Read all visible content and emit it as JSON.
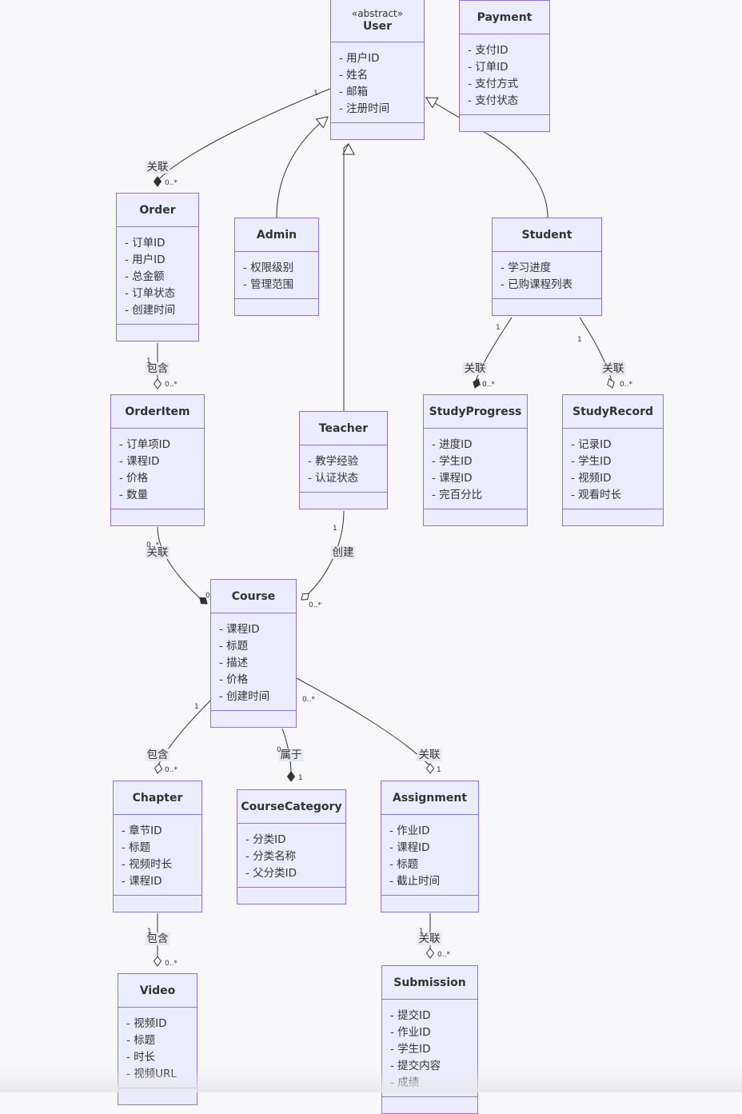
{
  "classes": {
    "user": {
      "stereotype": "«abstract»",
      "name": "User",
      "attrs": [
        "- 用户ID",
        "- 姓名",
        "- 邮箱",
        "- 注册时间"
      ]
    },
    "payment": {
      "name": "Payment",
      "attrs": [
        "- 支付ID",
        "- 订单ID",
        "- 支付方式",
        "- 支付状态"
      ]
    },
    "order": {
      "name": "Order",
      "attrs": [
        "- 订单ID",
        "- 用户ID",
        "- 总金额",
        "- 订单状态",
        "- 创建时间"
      ]
    },
    "admin": {
      "name": "Admin",
      "attrs": [
        "- 权限级别",
        "- 管理范围"
      ]
    },
    "student": {
      "name": "Student",
      "attrs": [
        "- 学习进度",
        "- 已购课程列表"
      ]
    },
    "orderitem": {
      "name": "OrderItem",
      "attrs": [
        "- 订单项ID",
        "- 课程ID",
        "- 价格",
        "- 数量"
      ]
    },
    "teacher": {
      "name": "Teacher",
      "attrs": [
        "- 教学经验",
        "- 认证状态"
      ]
    },
    "studyprogress": {
      "name": "StudyProgress",
      "attrs": [
        "- 进度ID",
        "- 学生ID",
        "- 课程ID",
        "- 完百分比"
      ]
    },
    "studyrecord": {
      "name": "StudyRecord",
      "attrs": [
        "- 记录ID",
        "- 学生ID",
        "- 视频ID",
        "- 观看时长"
      ]
    },
    "course": {
      "name": "Course",
      "attrs": [
        "- 课程ID",
        "- 标题",
        "- 描述",
        "- 价格",
        "- 创建时间"
      ]
    },
    "chapter": {
      "name": "Chapter",
      "attrs": [
        "- 章节ID",
        "- 标题",
        "- 视频时长",
        "- 课程ID"
      ]
    },
    "coursecategory": {
      "name": "CourseCategory",
      "attrs": [
        "- 分类ID",
        "- 分类名称",
        "- 父分类ID"
      ]
    },
    "assignment": {
      "name": "Assignment",
      "attrs": [
        "- 作业ID",
        "- 课程ID",
        "- 标题",
        "- 截止时间"
      ]
    },
    "video": {
      "name": "Video",
      "attrs": [
        "- 视频ID",
        "- 标题",
        "- 时长",
        "- 视频URL"
      ]
    },
    "submission": {
      "name": "Submission",
      "attrs": [
        "- 提交ID",
        "- 作业ID",
        "- 学生ID",
        "- 提交内容",
        "- 成绩"
      ]
    }
  },
  "relations": [
    {
      "from": "user",
      "to": "order",
      "label": "关联",
      "from_card": "1",
      "to_card": "0..*",
      "marker": "composition"
    },
    {
      "from": "admin",
      "to": "user",
      "label": "",
      "marker": "inheritance"
    },
    {
      "from": "teacher",
      "to": "user",
      "label": "",
      "marker": "inheritance"
    },
    {
      "from": "student",
      "to": "user",
      "label": "",
      "marker": "inheritance"
    },
    {
      "from": "order",
      "to": "orderitem",
      "label": "包含",
      "from_card": "1",
      "to_card": "0..*",
      "marker": "aggregation"
    },
    {
      "from": "student",
      "to": "studyprogress",
      "label": "关联",
      "from_card": "1",
      "to_card": "0..*",
      "marker": "composition"
    },
    {
      "from": "student",
      "to": "studyrecord",
      "label": "关联",
      "from_card": "1",
      "to_card": "0..*",
      "marker": "aggregation"
    },
    {
      "from": "orderitem",
      "to": "course",
      "label": "关联",
      "from_card": "0..*",
      "to_card": "0",
      "marker": "composition"
    },
    {
      "from": "teacher",
      "to": "course",
      "label": "创建",
      "from_card": "1",
      "to_card": "0..*",
      "marker": "aggregation"
    },
    {
      "from": "course",
      "to": "chapter",
      "label": "包含",
      "from_card": "1",
      "to_card": "0..*",
      "marker": "aggregation"
    },
    {
      "from": "course",
      "to": "coursecategory",
      "label": "属于",
      "from_card": "0",
      "to_card": "1",
      "marker": "composition"
    },
    {
      "from": "course",
      "to": "assignment",
      "label": "关联",
      "from_card": "0..*",
      "to_card": "1",
      "marker": "aggregation"
    },
    {
      "from": "chapter",
      "to": "video",
      "label": "包含",
      "from_card": "1",
      "to_card": "0..*",
      "marker": "aggregation"
    },
    {
      "from": "assignment",
      "to": "submission",
      "label": "关联",
      "from_card": "1",
      "to_card": "0..*",
      "marker": "aggregation"
    }
  ]
}
